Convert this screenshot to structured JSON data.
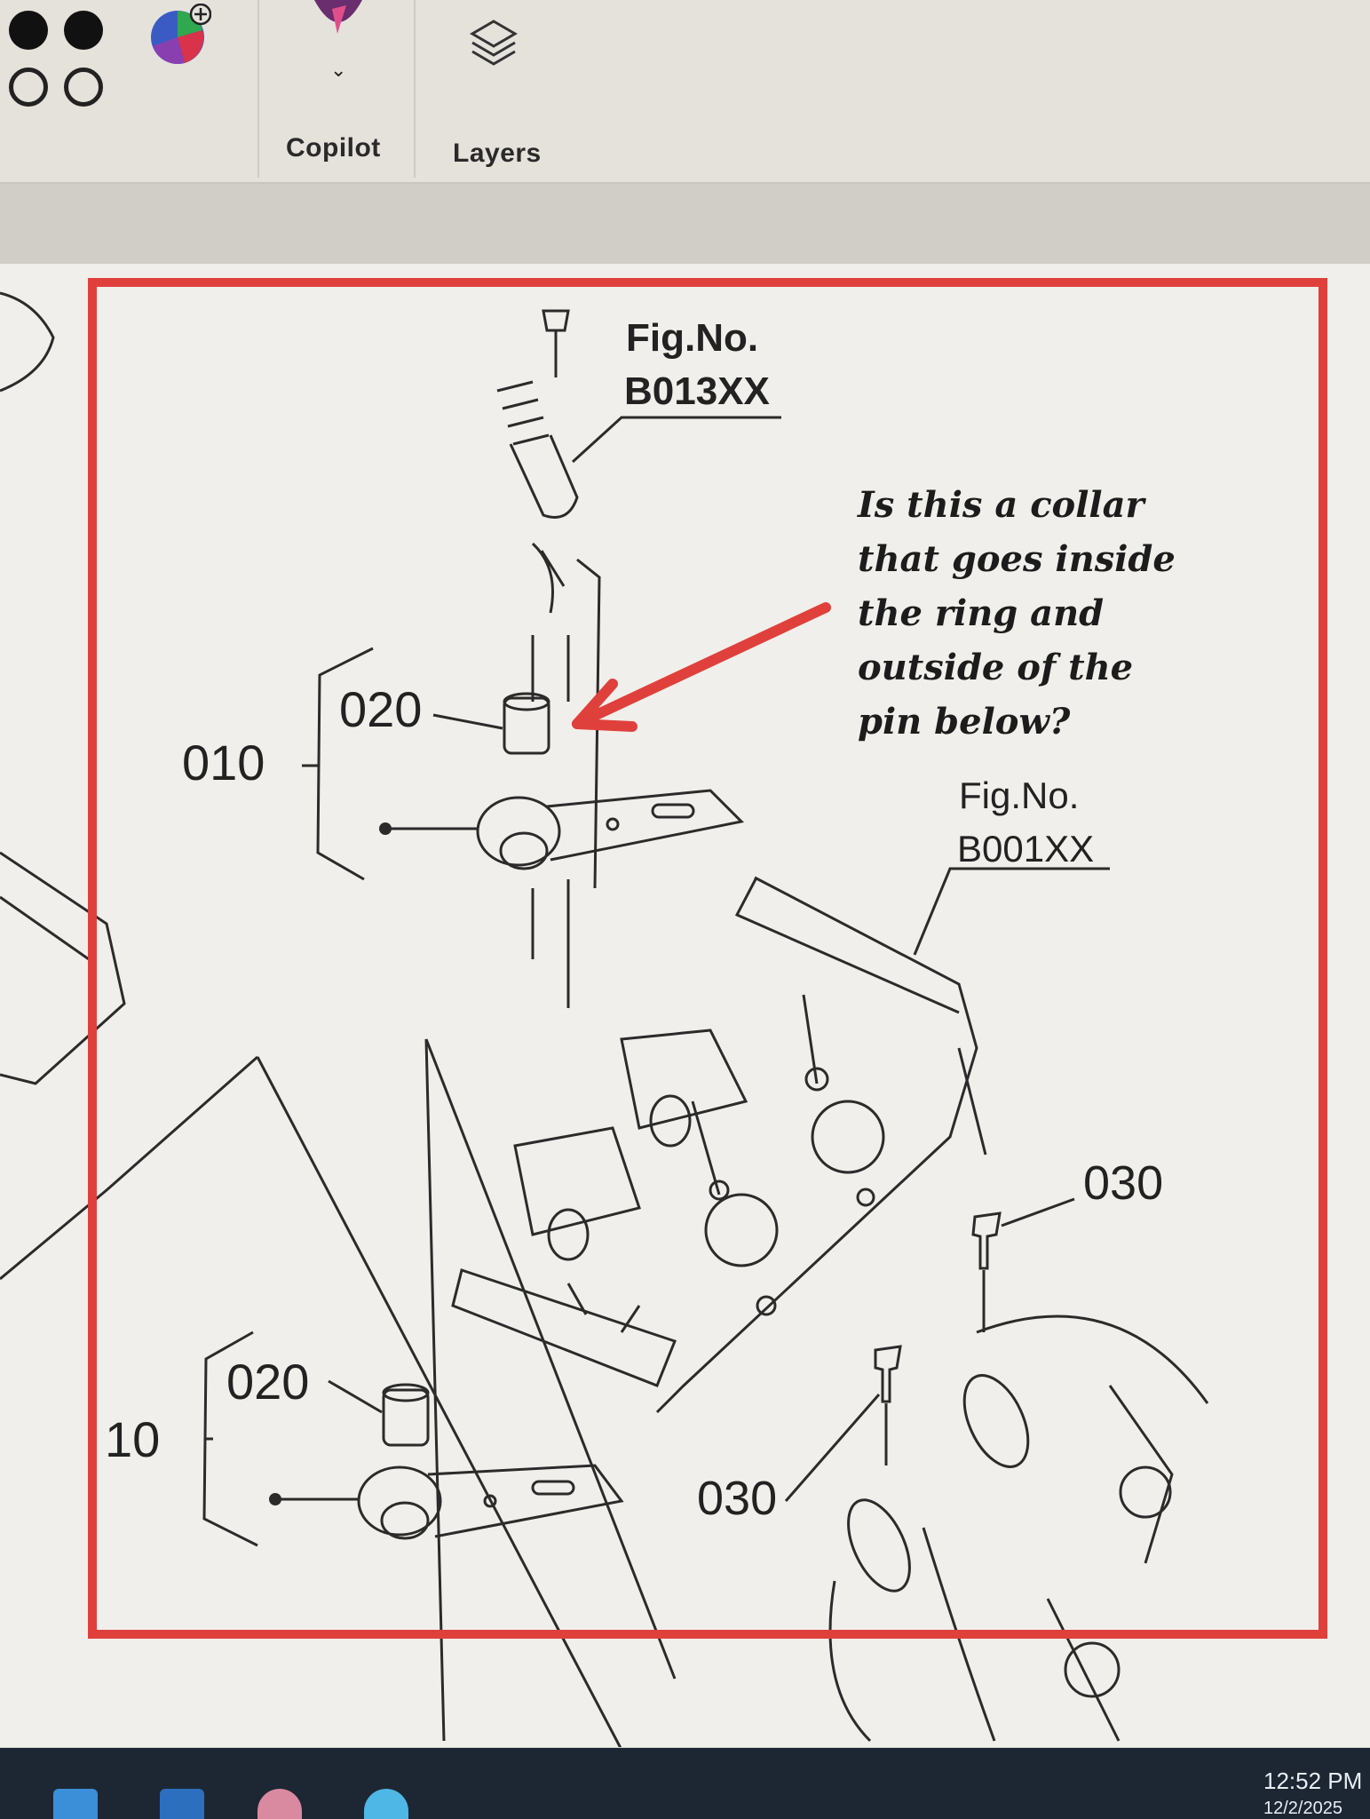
{
  "toolbar": {
    "copilot_label": "Copilot",
    "layers_label": "Layers"
  },
  "annotation": {
    "lines": [
      "Is this a collar",
      "that goes inside",
      "the ring and",
      "outside of the",
      "pin below?"
    ],
    "highlight_color": "#e0403c",
    "arrow_color": "#e0403c"
  },
  "diagram": {
    "fig_top": [
      "Fig.No.",
      "B013XX"
    ],
    "fig_mid": [
      "Fig.No.",
      "B001XX"
    ],
    "labels": {
      "p020_top": "020",
      "p010_top": "010",
      "p030_right": "030",
      "p020_bottom": "020",
      "p010_bottom": "10",
      "p030_bottom": "030"
    }
  },
  "clock": {
    "time": "12:52 PM",
    "date": "12/2/2025"
  }
}
